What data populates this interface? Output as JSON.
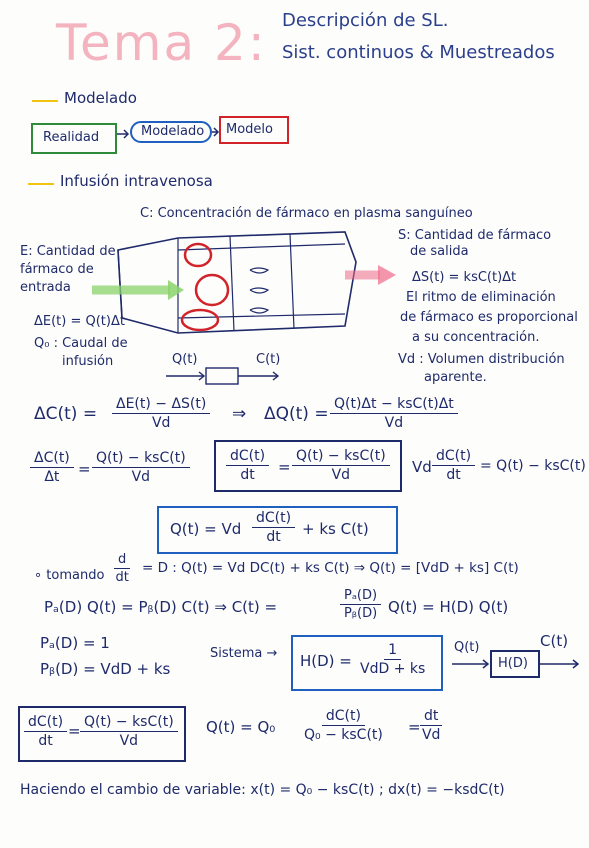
{
  "header": {
    "title_main": "Tema 2:",
    "title_line1": "Descripción de SL.",
    "title_line2": "Sist. continuos & Muestreados"
  },
  "section1": {
    "heading": "Modelado",
    "blocks": [
      "Realidad",
      "Modelado",
      "Modelo"
    ]
  },
  "section2": {
    "heading": "Infusión intravenosa",
    "diagram_title": "C: Concentración de fármaco en plasma sanguíneo",
    "input_label": [
      "E: Cantidad de",
      "fármaco de",
      "entrada"
    ],
    "output_label": [
      "S: Cantidad de fármaco",
      "de salida"
    ],
    "eq_in": "ΔE(t) = Q(t)Δt",
    "q0_label": [
      "Q₀ : Caudal de",
      "infusión"
    ],
    "eq_out": "ΔS(t) = ksC(t)Δt",
    "elim_text": [
      "El ritmo de eliminación",
      "de fármaco es proporcional",
      "a su concentración."
    ],
    "vd_text": [
      "Vd : Volumen distribución",
      "aparente."
    ],
    "block_in": "Q(t)",
    "block_out": "C(t)"
  },
  "equations": {
    "dc_lhs": "ΔC(t) =",
    "dc_num": "ΔE(t) − ΔS(t)",
    "dc_den": "Vd",
    "arrow": "⇒",
    "dq_lhs": "ΔQ(t) =",
    "dq_num": "Q(t)Δt − ksC(t)Δt",
    "dq_den": "Vd",
    "r2_lhs_num": "ΔC(t)",
    "r2_lhs_den": "Δt",
    "r2_eq": "=",
    "r2_num": "Q(t) − ksC(t)",
    "r2_den": "Vd",
    "box_num1": "dC(t)",
    "box_den1": "dt",
    "box_eq": "=",
    "box_num2": "Q(t) − ksC(t)",
    "box_den2": "Vd",
    "vd_prefix": "Vd",
    "vd_num": "dC(t)",
    "vd_den": "dt",
    "vd_rhs": "= Q(t) − ksC(t)",
    "blue_lhs": "Q(t) = Vd",
    "blue_num": "dC(t)",
    "blue_den": "dt",
    "blue_rhs": "+ ks C(t)",
    "take_prefix": "∘ tomando",
    "take_num": "d",
    "take_den": "dt",
    "take_rest": "= D :  Q(t) = Vd DC(t) + ks C(t)  ⇒ Q(t) = [VdD + ks] C(t)",
    "pa_line": "Pₐ(D) Q(t) = Pᵦ(D) C(t)  ⇒  C(t) =",
    "pa_num": "Pₐ(D)",
    "pa_den": "Pᵦ(D)",
    "pa_rhs": "Q(t) = H(D) Q(t)",
    "pa1": "Pₐ(D) = 1",
    "pb1": "Pᵦ(D) = VdD + ks",
    "sistema": "Sistema →",
    "h_lhs": "H(D) =",
    "h_num": "1",
    "h_den": "VdD + ks",
    "blk_in": "Q(t)",
    "blk_mid": "H(D)",
    "blk_out": "C(t)",
    "last_num1": "dC(t)",
    "last_den1": "dt",
    "last_eq": "=",
    "last_num2": "Q(t) − ksC(t)",
    "last_den2": "Vd",
    "q_const": "Q(t) = Q₀",
    "sep_num1": "dC(t)",
    "sep_den1": "Q₀ − ksC(t)",
    "sep_eq": "=",
    "sep_num2": "dt",
    "sep_den2": "Vd",
    "final_line": "Haciendo el cambio de variable:  x(t) = Q₀ − ksC(t) ;  dx(t) = −ksdC(t)"
  },
  "colors": {
    "ink": "#1f2a6b",
    "title_pink": "#f3b3bf",
    "accent_yellow": "#f1c40f",
    "green": "#2e8b3a",
    "blue": "#1f5fbf",
    "red": "#d1232a",
    "pink": "#ee6a8a",
    "arrow_green": "#8ad36b"
  }
}
